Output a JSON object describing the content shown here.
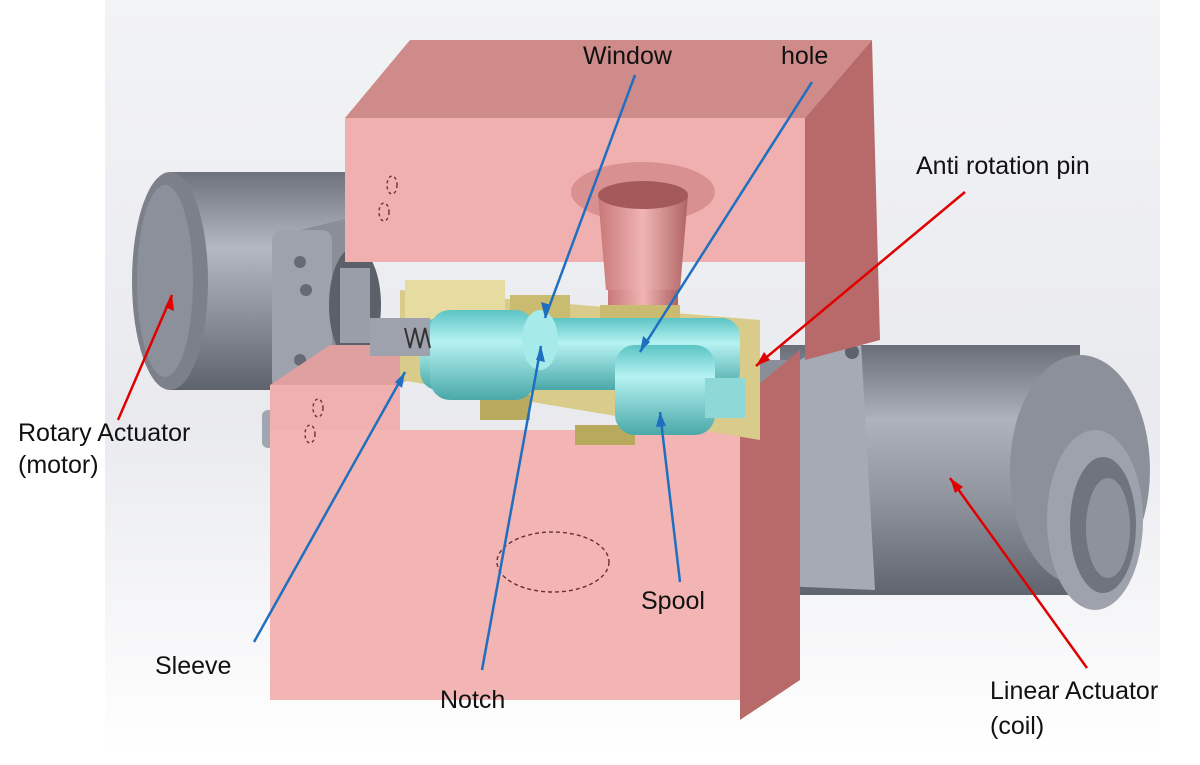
{
  "labels": {
    "window": "Window",
    "hole": "hole",
    "anti_rotation_pin": "Anti rotation pin",
    "rotary_actuator_line1": "Rotary Actuator",
    "rotary_actuator_line2": "(motor)",
    "sleeve": "Sleeve",
    "notch": "Notch",
    "spool": "Spool",
    "linear_actuator_line1": "Linear Actuator",
    "linear_actuator_line2": "(coil)"
  },
  "colors": {
    "housing": "#e8a2a2",
    "housing_dark": "#b86a6a",
    "actuator": "#8e929c",
    "sleeve": "#d9cc8a",
    "spool": "#7fd8d8",
    "blue_leader": "#1f6fc0",
    "red_leader": "#e00000"
  }
}
